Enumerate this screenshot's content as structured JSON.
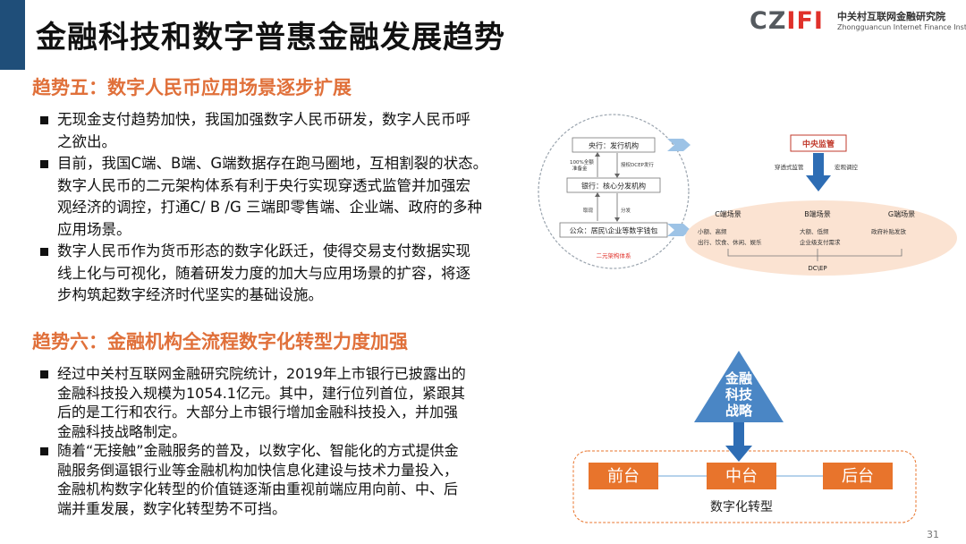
{
  "header": {
    "title": "金融科技和数字普惠金融发展趋势"
  },
  "logo": {
    "mark_gray": "CZ",
    "mark_red": "IFI",
    "name_cn": "中关村互联网金融研究院",
    "name_en": "Zhongguancun Internet Finance Institute"
  },
  "trend5": {
    "heading": "趋势五：数字人民币应用场景逐步扩展",
    "bullets": [
      {
        "line1": "无现金支付趋势加快，我国加强数字人民币研发，数字人民币呼",
        "line2": "之欲出。"
      },
      {
        "line1": "目前，我国C端、B端、G端数据存在跑马圈地，互相割裂的状态。",
        "line2": "数字人民币的二元架构体系有利于央行实现穿透式监管并加强宏",
        "line3": "观经济的调控，打通C/ B /G 三端即零售端、企业端、政府的多种",
        "line4": "应用场景。"
      },
      {
        "line1": "数字人民币作为货币形态的数字化跃迁，使得交易支付数据实现",
        "line2": "线上化与可视化，随着研发力度的加大与应用场景的扩容，将逐",
        "line3": "步构筑起数字经济时代坚实的基础设施。"
      }
    ]
  },
  "trend6": {
    "heading": "趋势六：金融机构全流程数字化转型力度加强",
    "bullets": [
      {
        "line1": "经过中关村互联网金融研究院统计，2019年上市银行已披露出的",
        "line2": "金融科技投入规模为1054.1亿元。其中，建行位列首位，紧跟其",
        "line3": "后的是工行和农行。大部分上市银行增加金融科技投入，并加强",
        "line4": "金融科技战略制定。"
      },
      {
        "line1": "随着“无接触”金融服务的普及，以数字化、智能化的方式提供金",
        "line2": "融服务倒逼银行业等金融机构加快信息化建设与技术力量投入，",
        "line3": "金融机构数字化转型的价值链逐渐由重视前端应用向前、中、后",
        "line4": "端并重发展，数字化转型势不可挡。"
      }
    ]
  },
  "dcep_diagram": {
    "box_central": "央行：发行机构",
    "left_arrow_label1": "100%全额",
    "left_arrow_label2": "准备金",
    "right_arrow_label": "授权DCEP发行",
    "box_bank": "银行：核心分发机构",
    "label_exchange": "取现",
    "label_distribute": "分发",
    "box_public": "公众：居民\\企业等数字钱包",
    "system_label": "二元架构体系",
    "regulator": "中央监管",
    "label_penetrate": "穿透式监管",
    "label_macro": "宏观调控",
    "c_title": "C端场景",
    "c_item1": "小额、高频",
    "c_item2": "出行、饮食、休闲、娱乐",
    "b_title": "B端场景",
    "b_item1": "大额、低频",
    "b_item2": "企业级支付需求",
    "g_title": "G端场景",
    "g_item1": "政府补贴发放",
    "dcep": "DC\\EP"
  },
  "strategy_diagram": {
    "triangle_label": "金融科技战略",
    "triangle_lines": [
      "金融",
      "科技",
      "战略"
    ],
    "front": "前台",
    "middle": "中台",
    "back": "后台",
    "caption": "数字化转型"
  },
  "colors": {
    "accent_blue": "#1f4e79",
    "orange": "#e0703a",
    "red": "#c0392b",
    "triangle_blue": "#4a86c5",
    "peach": "#fbe3d2",
    "box_orange": "#e8742c"
  },
  "page_number": "31"
}
